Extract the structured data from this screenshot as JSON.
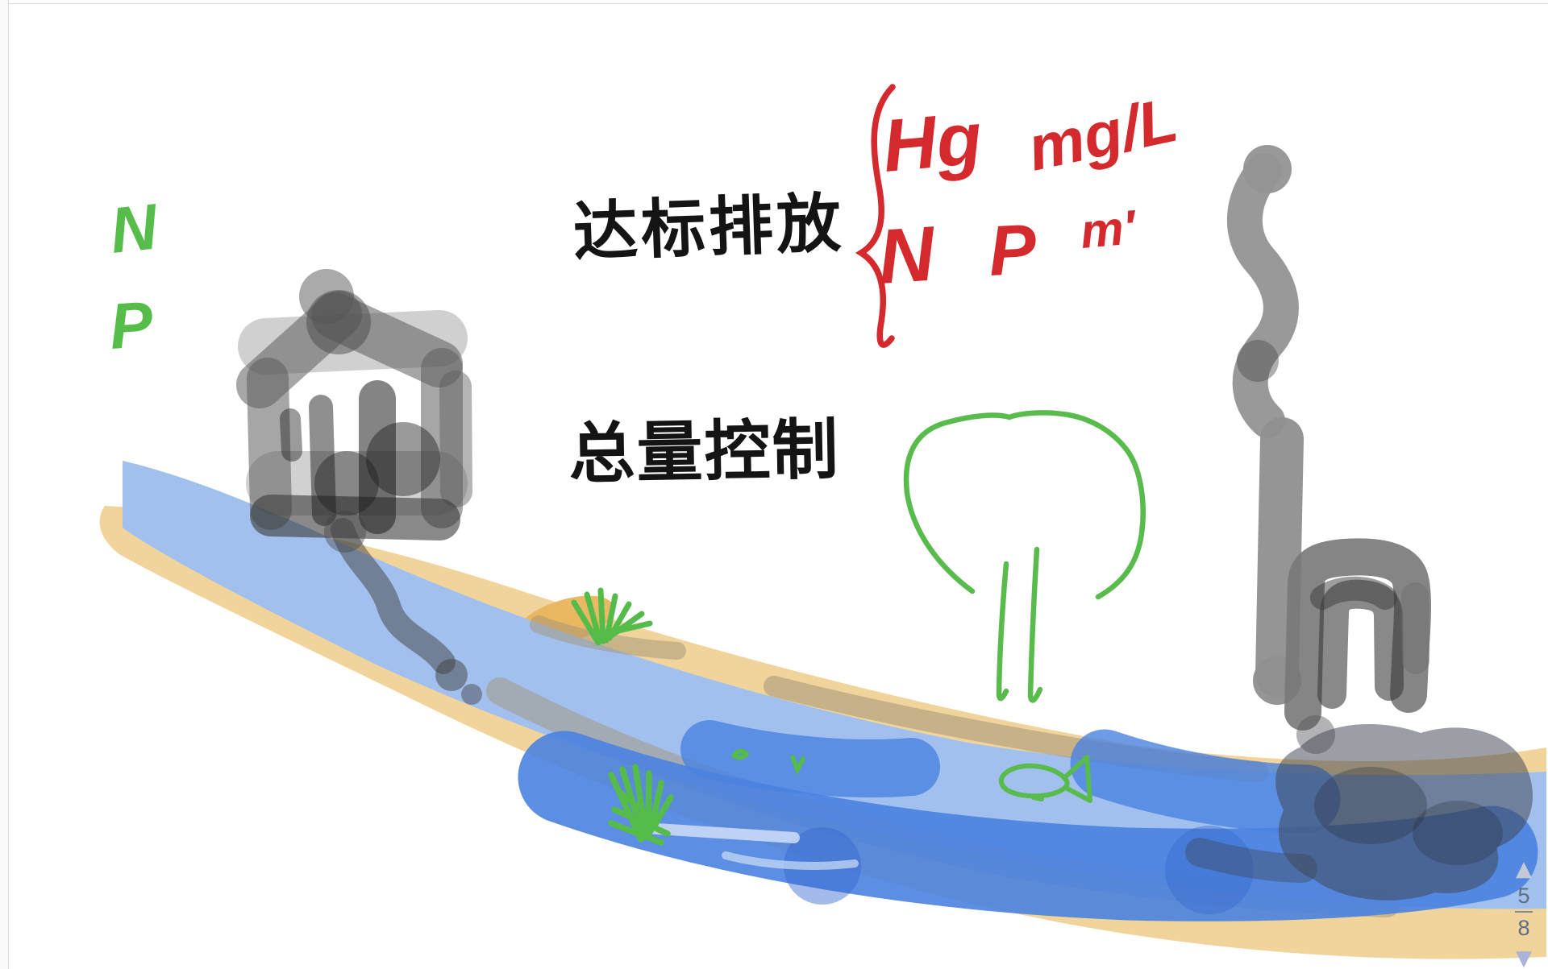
{
  "scene": {
    "labels": {
      "nutrient_n": "N",
      "nutrient_p": "P",
      "discharge_standard": "达标排放",
      "total_amount_control": "总量控制",
      "hg": "Hg",
      "unit_mg_per_l": "mg/L",
      "red_n": "N",
      "red_p": "P",
      "red_m_prime": "m′"
    },
    "colors": {
      "water_light": "#a2c0ee",
      "water_dark": "#4a82e0",
      "sand": "#f1d49c",
      "sand_dark_patch": "#e9b55e",
      "bank_shadow": "#a29478",
      "sketch_gray": "#6b6b6b",
      "smoke_gray": "#949494",
      "plume_dark": "#3f4550",
      "ink_black": "#141414",
      "ink_red": "#d42a2d",
      "ink_green": "#56bd4a"
    }
  },
  "pagination": {
    "current_page": "5",
    "total_pages": "8",
    "icons": {
      "page_up": "▲",
      "page_down": "▼"
    }
  }
}
